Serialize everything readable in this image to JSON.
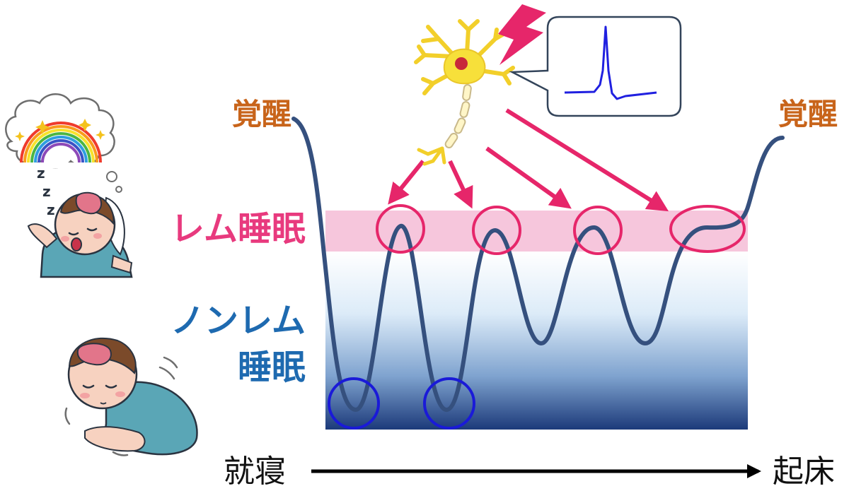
{
  "labels": {
    "wake_left": "覚醒",
    "wake_right": "覚醒",
    "rem_sleep": "レム睡眠",
    "nonrem_sleep_line1": "ノンレム",
    "nonrem_sleep_line2": "睡眠",
    "bedtime": "就寝",
    "wake_up": "起床"
  },
  "colors": {
    "wake_label": "#c8641a",
    "rem_label": "#e83a7e",
    "nonrem_label": "#1e6ab0",
    "rem_band": "#f6c6dc",
    "deep_band_top": "#ffffff",
    "deep_band_bottom": "#1c3a7a",
    "hypnogram_line": "#35507e",
    "rem_circle": "#e6266a",
    "deep_circle": "#1a1ad8",
    "arrow": "#e6266a",
    "action_potential": "#2020e0",
    "neuron": "#f7e03a",
    "lightning": "#e6266a"
  },
  "icons": {
    "dreaming_person": "dreaming-sleeper-icon",
    "deep_sleep_person": "deep-sleeper-icon",
    "neuron": "neuron-icon",
    "lightning": "lightning-bolt-icon",
    "signal": "action-potential-icon",
    "rainbow": "rainbow-dream-icon"
  }
}
